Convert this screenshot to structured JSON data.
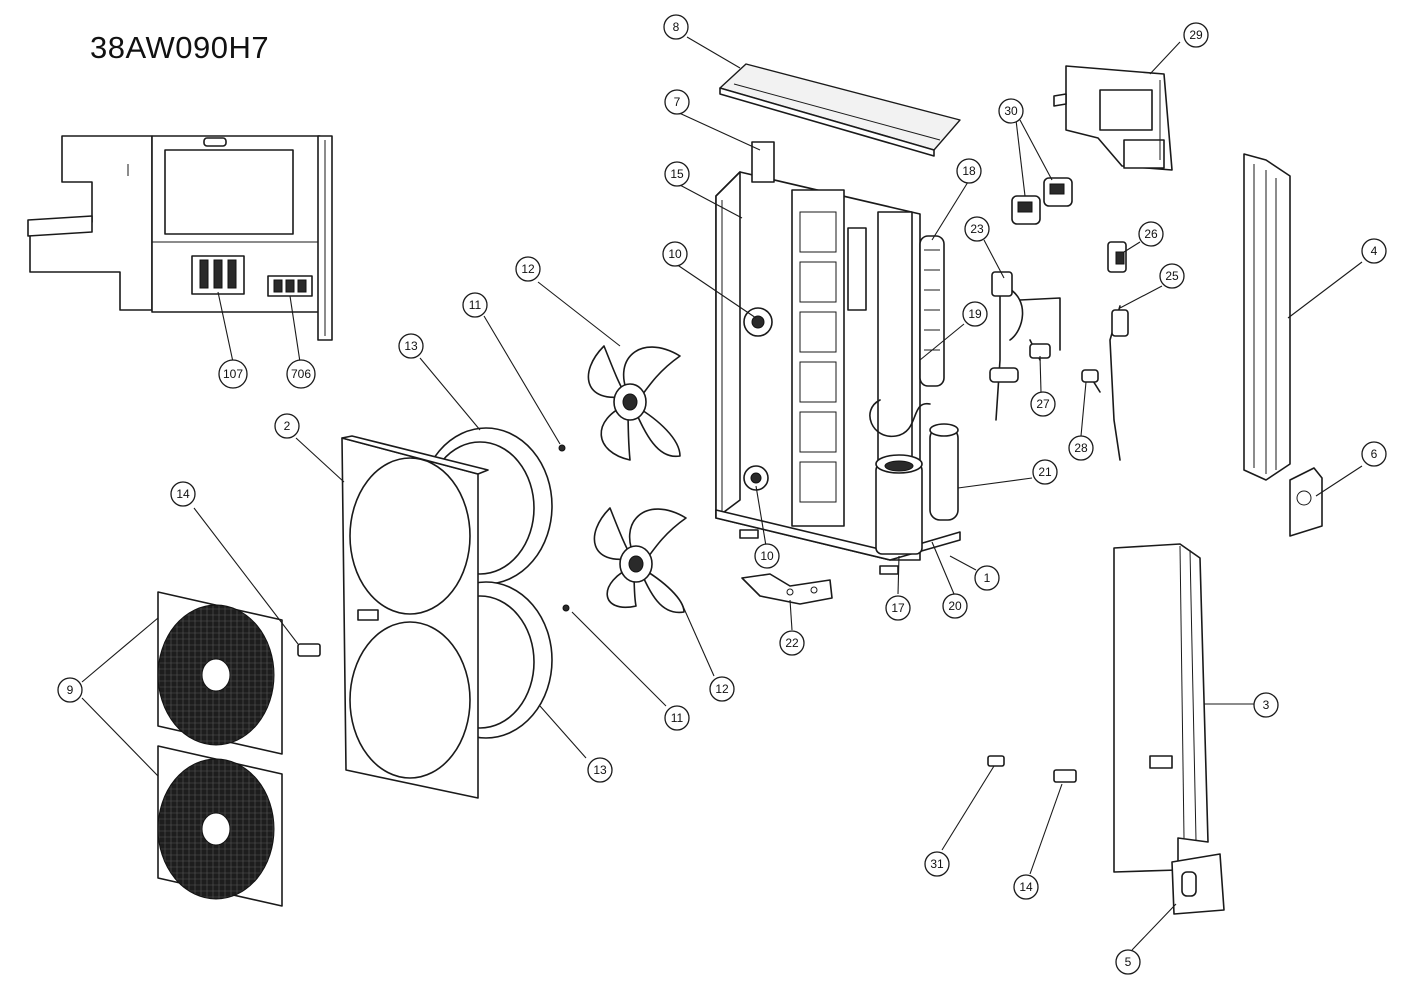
{
  "title": "38AW090H7",
  "callouts": [
    {
      "label": "8"
    },
    {
      "label": "29"
    },
    {
      "label": "7"
    },
    {
      "label": "30"
    },
    {
      "label": "15"
    },
    {
      "label": "18"
    },
    {
      "label": "23"
    },
    {
      "label": "26"
    },
    {
      "label": "10"
    },
    {
      "label": "12"
    },
    {
      "label": "4"
    },
    {
      "label": "25"
    },
    {
      "label": "11"
    },
    {
      "label": "19"
    },
    {
      "label": "13"
    },
    {
      "label": "107"
    },
    {
      "label": "706"
    },
    {
      "label": "27"
    },
    {
      "label": "2"
    },
    {
      "label": "28"
    },
    {
      "label": "6"
    },
    {
      "label": "21"
    },
    {
      "label": "14"
    },
    {
      "label": "10"
    },
    {
      "label": "1"
    },
    {
      "label": "17"
    },
    {
      "label": "20"
    },
    {
      "label": "22"
    },
    {
      "label": "9"
    },
    {
      "label": "12"
    },
    {
      "label": "3"
    },
    {
      "label": "11"
    },
    {
      "label": "13"
    },
    {
      "label": "31"
    },
    {
      "label": "14"
    },
    {
      "label": "5"
    }
  ]
}
